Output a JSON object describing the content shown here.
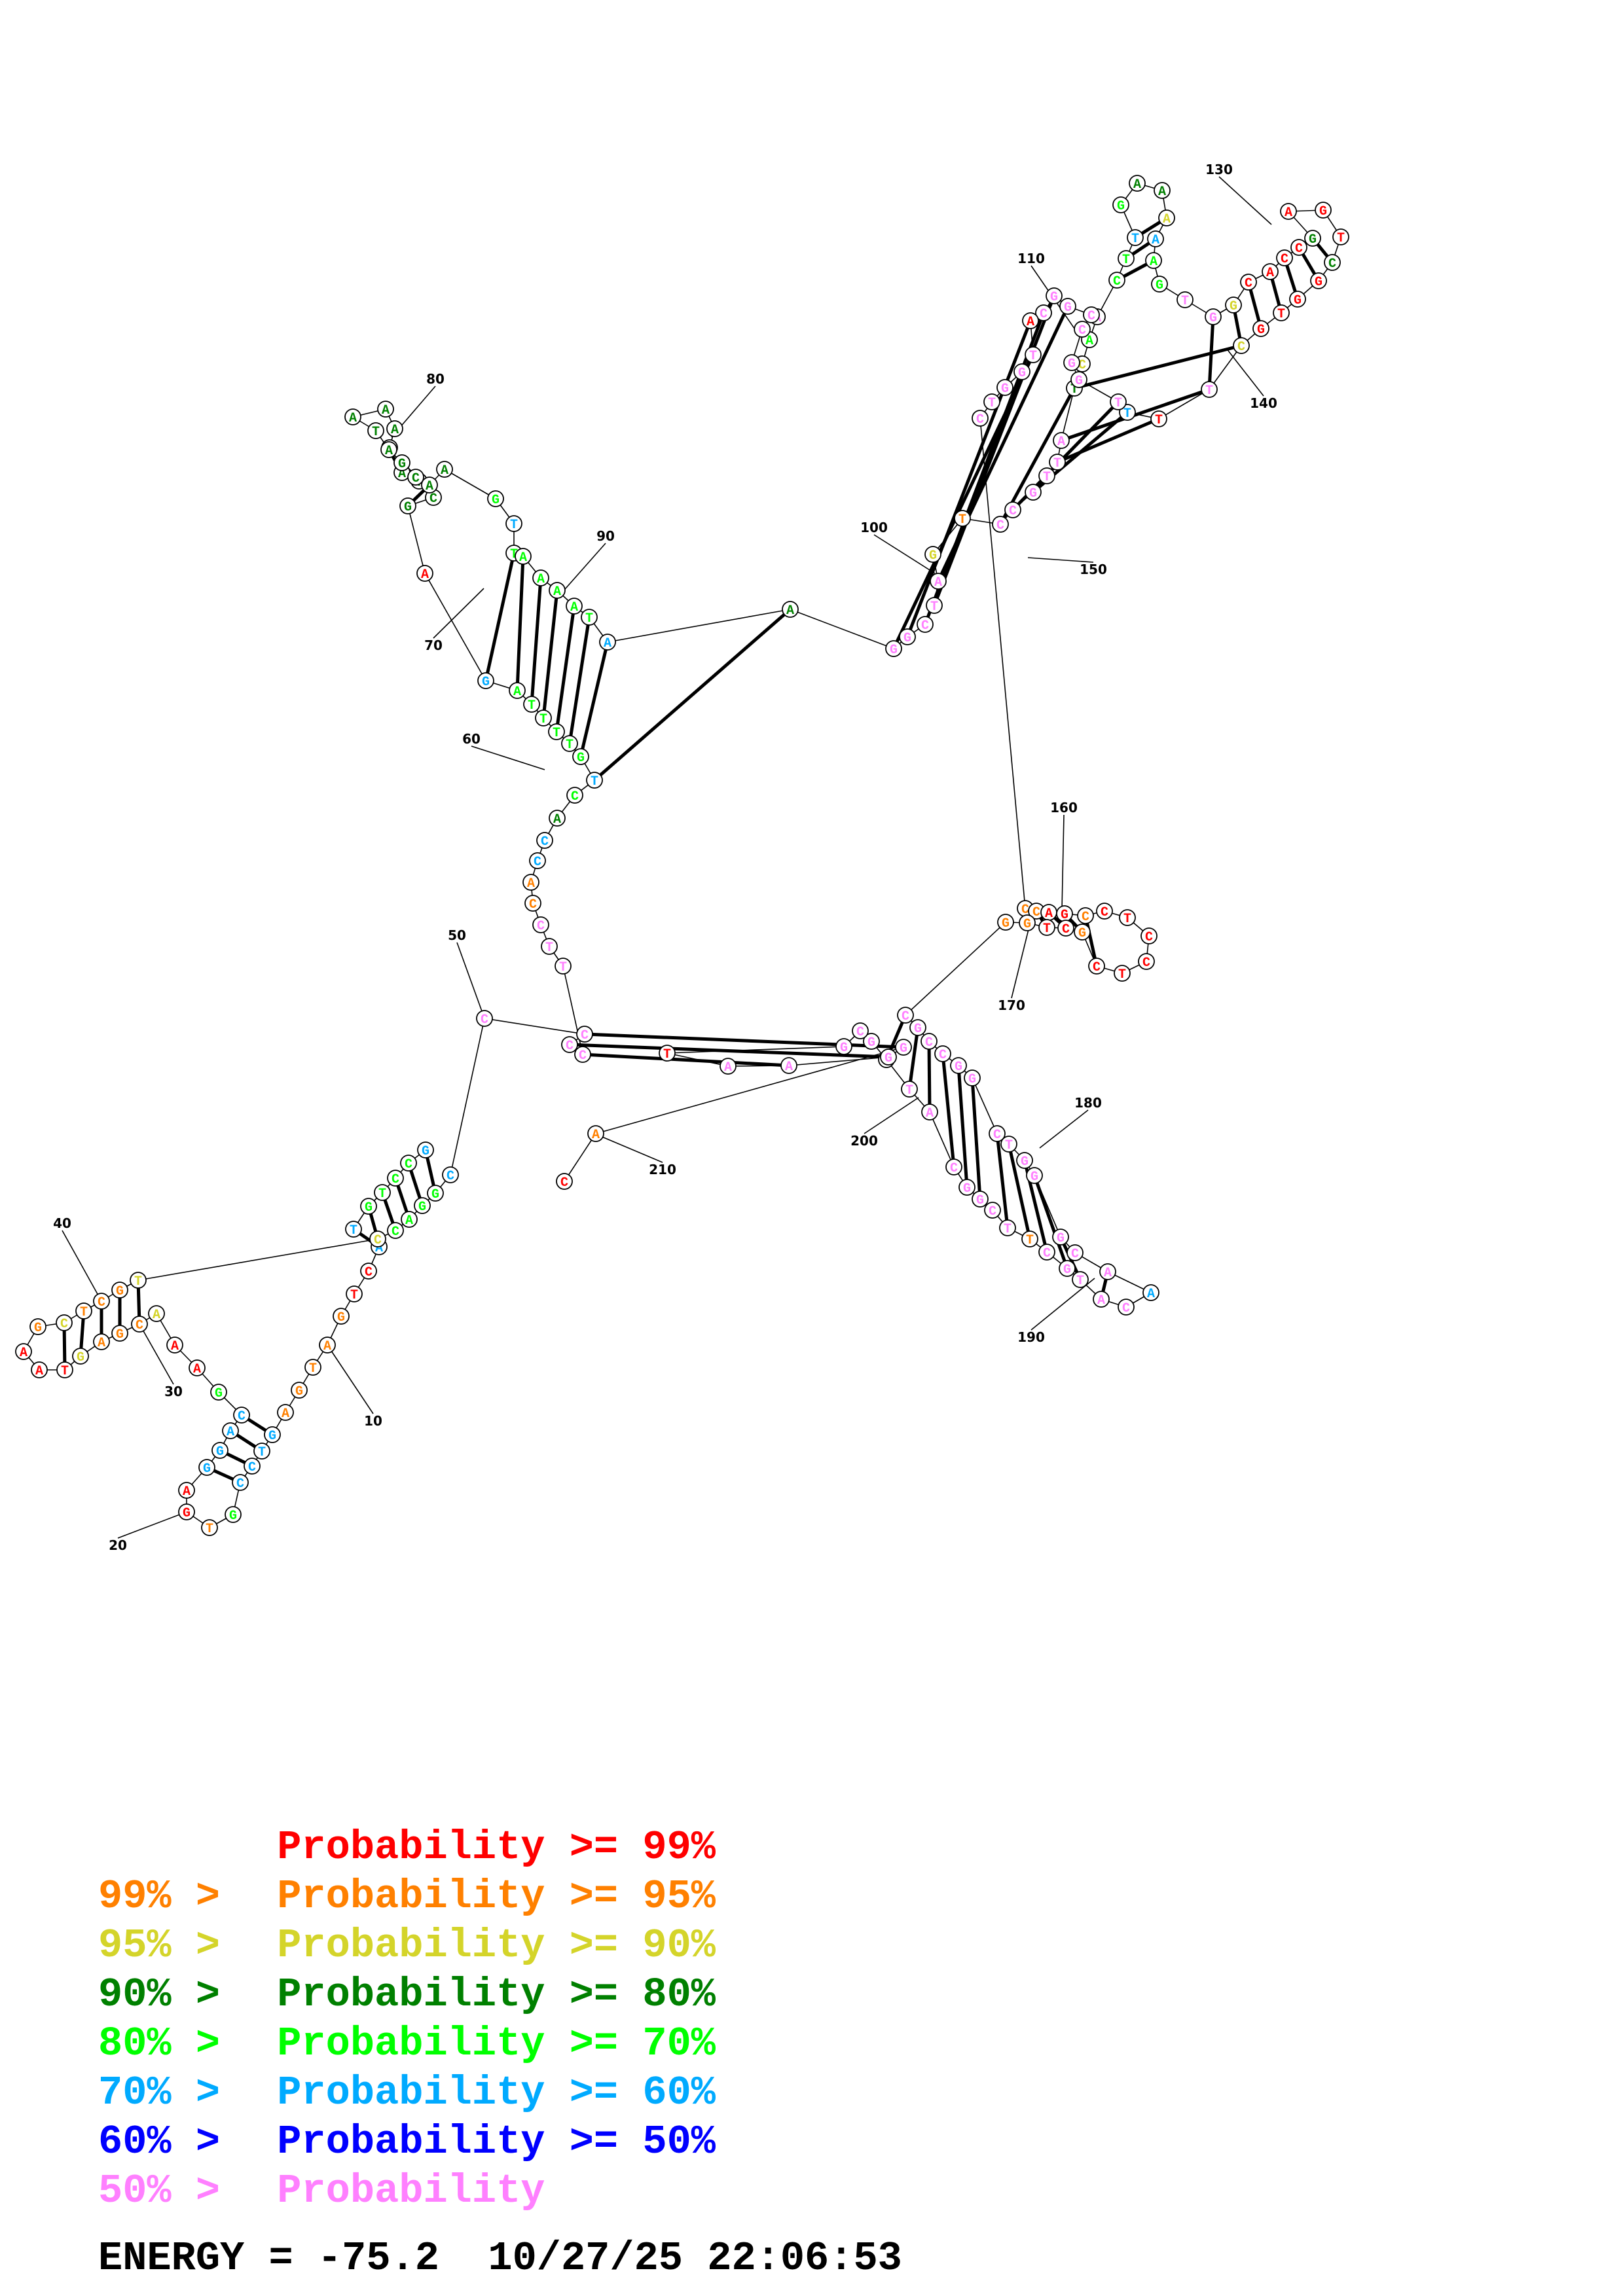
{
  "diagram": {
    "type": "rna_secondary_structure",
    "sequence_length": 210,
    "position_labels": [
      "10",
      "20",
      "30",
      "40",
      "50",
      "60",
      "70",
      "80",
      "90",
      "100",
      "110",
      "130",
      "140",
      "150",
      "160",
      "170",
      "180",
      "190",
      "200",
      "210"
    ]
  },
  "legend": {
    "rows": [
      {
        "lower": "",
        "op": "",
        "label": "Probability",
        "cmp": ">=",
        "value": "99%",
        "color": "#ff0000"
      },
      {
        "lower": "99%",
        "op": ">",
        "label": "Probability",
        "cmp": ">=",
        "value": "95%",
        "color": "#ff8000"
      },
      {
        "lower": "95%",
        "op": ">",
        "label": "Probability",
        "cmp": ">=",
        "value": "90%",
        "color": "#d4d42a"
      },
      {
        "lower": "90%",
        "op": ">",
        "label": "Probability",
        "cmp": ">=",
        "value": "80%",
        "color": "#008000"
      },
      {
        "lower": "80%",
        "op": ">",
        "label": "Probability",
        "cmp": ">=",
        "value": "70%",
        "color": "#00ff00"
      },
      {
        "lower": "70%",
        "op": ">",
        "label": "Probability",
        "cmp": ">=",
        "value": "60%",
        "color": "#00aaff"
      },
      {
        "lower": "60%",
        "op": ">",
        "label": "Probability",
        "cmp": ">=",
        "value": "50%",
        "color": "#0000ff"
      },
      {
        "lower": "50%",
        "op": ">",
        "label": "Probability",
        "cmp": "",
        "value": "",
        "color": "#ff80ff"
      }
    ]
  },
  "footer": {
    "energy_label": "ENERGY",
    "equals": "=",
    "energy_value": "-75.2",
    "date": "10/27/25",
    "time": "22:06:53"
  },
  "colors": {
    "r": "#ff0000",
    "o": "#ff8000",
    "y": "#d4d42a",
    "dg": "#008000",
    "g": "#00ff00",
    "b": "#00aaff",
    "db": "#0000ff",
    "p": "#ff80ff"
  },
  "nucleotides": [
    {
      "n": "G",
      "c": "b"
    },
    {
      "n": "C",
      "c": "g"
    },
    {
      "n": "C",
      "c": "g"
    },
    {
      "n": "T",
      "c": "g"
    },
    {
      "n": "G",
      "c": "g"
    },
    {
      "n": "T",
      "c": "b"
    },
    {
      "n": "A",
      "c": "b"
    },
    {
      "n": "C",
      "c": "r"
    },
    {
      "n": "T",
      "c": "r"
    },
    {
      "n": "G",
      "c": "o"
    },
    {
      "n": "A",
      "c": "o"
    },
    {
      "n": "T",
      "c": "o"
    },
    {
      "n": "G",
      "c": "o"
    },
    {
      "n": "A",
      "c": "o"
    },
    {
      "n": "G",
      "c": "b"
    },
    {
      "n": "T",
      "c": "b"
    },
    {
      "n": "C",
      "c": "b"
    },
    {
      "n": "C",
      "c": "b"
    },
    {
      "n": "G",
      "c": "g"
    },
    {
      "n": "T",
      "c": "o"
    },
    {
      "n": "G",
      "c": "r"
    },
    {
      "n": "A",
      "c": "r"
    },
    {
      "n": "G",
      "c": "b"
    },
    {
      "n": "G",
      "c": "b"
    },
    {
      "n": "A",
      "c": "b"
    },
    {
      "n": "C",
      "c": "b"
    },
    {
      "n": "G",
      "c": "g"
    },
    {
      "n": "A",
      "c": "r"
    },
    {
      "n": "A",
      "c": "r"
    },
    {
      "n": "A",
      "c": "y"
    },
    {
      "n": "C",
      "c": "o"
    },
    {
      "n": "G",
      "c": "o"
    },
    {
      "n": "A",
      "c": "o"
    },
    {
      "n": "G",
      "c": "y"
    },
    {
      "n": "T",
      "c": "r"
    },
    {
      "n": "A",
      "c": "r"
    },
    {
      "n": "A",
      "c": "r"
    },
    {
      "n": "G",
      "c": "o"
    },
    {
      "n": "C",
      "c": "y"
    },
    {
      "n": "T",
      "c": "o"
    },
    {
      "n": "C",
      "c": "o"
    },
    {
      "n": "G",
      "c": "o"
    },
    {
      "n": "T",
      "c": "y"
    },
    {
      "n": "C",
      "c": "y"
    },
    {
      "n": "C",
      "c": "g"
    },
    {
      "n": "A",
      "c": "g"
    },
    {
      "n": "G",
      "c": "g"
    },
    {
      "n": "G",
      "c": "g"
    },
    {
      "n": "C",
      "c": "b"
    },
    {
      "n": "C",
      "c": "p"
    },
    {
      "n": "C",
      "c": "p"
    },
    {
      "n": "C",
      "c": "p"
    },
    {
      "n": "C",
      "c": "p"
    },
    {
      "n": "T",
      "c": "p"
    },
    {
      "n": "T",
      "c": "p"
    },
    {
      "n": "C",
      "c": "p"
    },
    {
      "n": "C",
      "c": "o"
    },
    {
      "n": "A",
      "c": "o"
    },
    {
      "n": "C",
      "c": "b"
    },
    {
      "n": "C",
      "c": "b"
    },
    {
      "n": "A",
      "c": "dg"
    },
    {
      "n": "C",
      "c": "g"
    },
    {
      "n": "T",
      "c": "b"
    },
    {
      "n": "G",
      "c": "g"
    },
    {
      "n": "T",
      "c": "g"
    },
    {
      "n": "T",
      "c": "g"
    },
    {
      "n": "T",
      "c": "g"
    },
    {
      "n": "T",
      "c": "g"
    },
    {
      "n": "A",
      "c": "g"
    },
    {
      "n": "G",
      "c": "b"
    },
    {
      "n": "A",
      "c": "r"
    },
    {
      "n": "G",
      "c": "dg"
    },
    {
      "n": "C",
      "c": "dg"
    },
    {
      "n": "T",
      "c": "dg"
    },
    {
      "n": "A",
      "c": "dg"
    },
    {
      "n": "G",
      "c": "dg"
    },
    {
      "n": "A",
      "c": "dg"
    },
    {
      "n": "A",
      "c": "dg"
    },
    {
      "n": "A",
      "c": "dg"
    },
    {
      "n": "T",
      "c": "dg"
    },
    {
      "n": "A",
      "c": "dg"
    },
    {
      "n": "G",
      "c": "dg"
    },
    {
      "n": "C",
      "c": "dg"
    },
    {
      "n": "A",
      "c": "dg"
    },
    {
      "n": "A",
      "c": "dg"
    },
    {
      "n": "G",
      "c": "g"
    },
    {
      "n": "T",
      "c": "b"
    },
    {
      "n": "T",
      "c": "g"
    },
    {
      "n": "A",
      "c": "g"
    },
    {
      "n": "A",
      "c": "g"
    },
    {
      "n": "A",
      "c": "g"
    },
    {
      "n": "A",
      "c": "g"
    },
    {
      "n": "T",
      "c": "g"
    },
    {
      "n": "A",
      "c": "b"
    },
    {
      "n": "A",
      "c": "dg"
    },
    {
      "n": "G",
      "c": "p"
    },
    {
      "n": "G",
      "c": "p"
    },
    {
      "n": "C",
      "c": "p"
    },
    {
      "n": "T",
      "c": "p"
    },
    {
      "n": "A",
      "c": "p"
    },
    {
      "n": "G",
      "c": "y"
    },
    {
      "n": "T",
      "c": "o"
    },
    {
      "n": "C",
      "c": "p"
    },
    {
      "n": "C",
      "c": "p"
    },
    {
      "n": "G",
      "c": "p"
    },
    {
      "n": "T",
      "c": "p"
    },
    {
      "n": "T",
      "c": "p"
    },
    {
      "n": "A",
      "c": "p"
    },
    {
      "n": "T",
      "c": "dg"
    },
    {
      "n": "C",
      "c": "y"
    },
    {
      "n": "A",
      "c": "g"
    },
    {
      "n": "A",
      "c": "p"
    },
    {
      "n": "C",
      "c": "g"
    },
    {
      "n": "T",
      "c": "g"
    },
    {
      "n": "T",
      "c": "b"
    },
    {
      "n": "G",
      "c": "g"
    },
    {
      "n": "A",
      "c": "dg"
    },
    {
      "n": "A",
      "c": "dg"
    },
    {
      "n": "A",
      "c": "y"
    },
    {
      "n": "A",
      "c": "b"
    },
    {
      "n": "A",
      "c": "g"
    },
    {
      "n": "G",
      "c": "g"
    },
    {
      "n": "T",
      "c": "p"
    },
    {
      "n": "G",
      "c": "p"
    },
    {
      "n": "G",
      "c": "y"
    },
    {
      "n": "C",
      "c": "r"
    },
    {
      "n": "A",
      "c": "r"
    },
    {
      "n": "C",
      "c": "r"
    },
    {
      "n": "C",
      "c": "r"
    },
    {
      "n": "G",
      "c": "dg"
    },
    {
      "n": "A",
      "c": "r"
    },
    {
      "n": "G",
      "c": "r"
    },
    {
      "n": "T",
      "c": "r"
    },
    {
      "n": "C",
      "c": "dg"
    },
    {
      "n": "G",
      "c": "r"
    },
    {
      "n": "G",
      "c": "r"
    },
    {
      "n": "T",
      "c": "r"
    },
    {
      "n": "G",
      "c": "r"
    },
    {
      "n": "C",
      "c": "y"
    },
    {
      "n": "T",
      "c": "p"
    },
    {
      "n": "T",
      "c": "r"
    },
    {
      "n": "T",
      "c": "b"
    },
    {
      "n": "T",
      "c": "p"
    },
    {
      "n": "G",
      "c": "p"
    },
    {
      "n": "G",
      "c": "p"
    },
    {
      "n": "C",
      "c": "p"
    },
    {
      "n": "C",
      "c": "p"
    },
    {
      "n": "G",
      "c": "p"
    },
    {
      "n": "G",
      "c": "p"
    },
    {
      "n": "C",
      "c": "p"
    },
    {
      "n": "A",
      "c": "r"
    },
    {
      "n": "T",
      "c": "p"
    },
    {
      "n": "G",
      "c": "p"
    },
    {
      "n": "G",
      "c": "p"
    },
    {
      "n": "T",
      "c": "p"
    },
    {
      "n": "C",
      "c": "p"
    },
    {
      "n": "C",
      "c": "o"
    },
    {
      "n": "C",
      "c": "o"
    },
    {
      "n": "A",
      "c": "r"
    },
    {
      "n": "G",
      "c": "r"
    },
    {
      "n": "C",
      "c": "o"
    },
    {
      "n": "C",
      "c": "r"
    },
    {
      "n": "T",
      "c": "r"
    },
    {
      "n": "C",
      "c": "r"
    },
    {
      "n": "C",
      "c": "r"
    },
    {
      "n": "T",
      "c": "r"
    },
    {
      "n": "C",
      "c": "r"
    },
    {
      "n": "G",
      "c": "o"
    },
    {
      "n": "C",
      "c": "r"
    },
    {
      "n": "T",
      "c": "r"
    },
    {
      "n": "G",
      "c": "o"
    },
    {
      "n": "G",
      "c": "o"
    },
    {
      "n": "C",
      "c": "p"
    },
    {
      "n": "G",
      "c": "p"
    },
    {
      "n": "C",
      "c": "p"
    },
    {
      "n": "C",
      "c": "p"
    },
    {
      "n": "G",
      "c": "p"
    },
    {
      "n": "G",
      "c": "p"
    },
    {
      "n": "C",
      "c": "p"
    },
    {
      "n": "T",
      "c": "p"
    },
    {
      "n": "G",
      "c": "p"
    },
    {
      "n": "G",
      "c": "p"
    },
    {
      "n": "G",
      "c": "p"
    },
    {
      "n": "C",
      "c": "p"
    },
    {
      "n": "A",
      "c": "p"
    },
    {
      "n": "A",
      "c": "b"
    },
    {
      "n": "C",
      "c": "p"
    },
    {
      "n": "A",
      "c": "p"
    },
    {
      "n": "T",
      "c": "p"
    },
    {
      "n": "G",
      "c": "p"
    },
    {
      "n": "C",
      "c": "p"
    },
    {
      "n": "T",
      "c": "o"
    },
    {
      "n": "T",
      "c": "p"
    },
    {
      "n": "C",
      "c": "p"
    },
    {
      "n": "G",
      "c": "p"
    },
    {
      "n": "G",
      "c": "p"
    },
    {
      "n": "C",
      "c": "p"
    },
    {
      "n": "A",
      "c": "p"
    },
    {
      "n": "T",
      "c": "p"
    },
    {
      "n": "G",
      "c": "p"
    },
    {
      "n": "G",
      "c": "p"
    },
    {
      "n": "C",
      "c": "p"
    },
    {
      "n": "G",
      "c": "p"
    },
    {
      "n": "T",
      "c": "r"
    },
    {
      "n": "A",
      "c": "p"
    },
    {
      "n": "A",
      "c": "p"
    },
    {
      "n": "G",
      "c": "p"
    },
    {
      "n": "G",
      "c": "p"
    },
    {
      "n": "A",
      "c": "o"
    },
    {
      "n": "C",
      "c": "r"
    }
  ]
}
